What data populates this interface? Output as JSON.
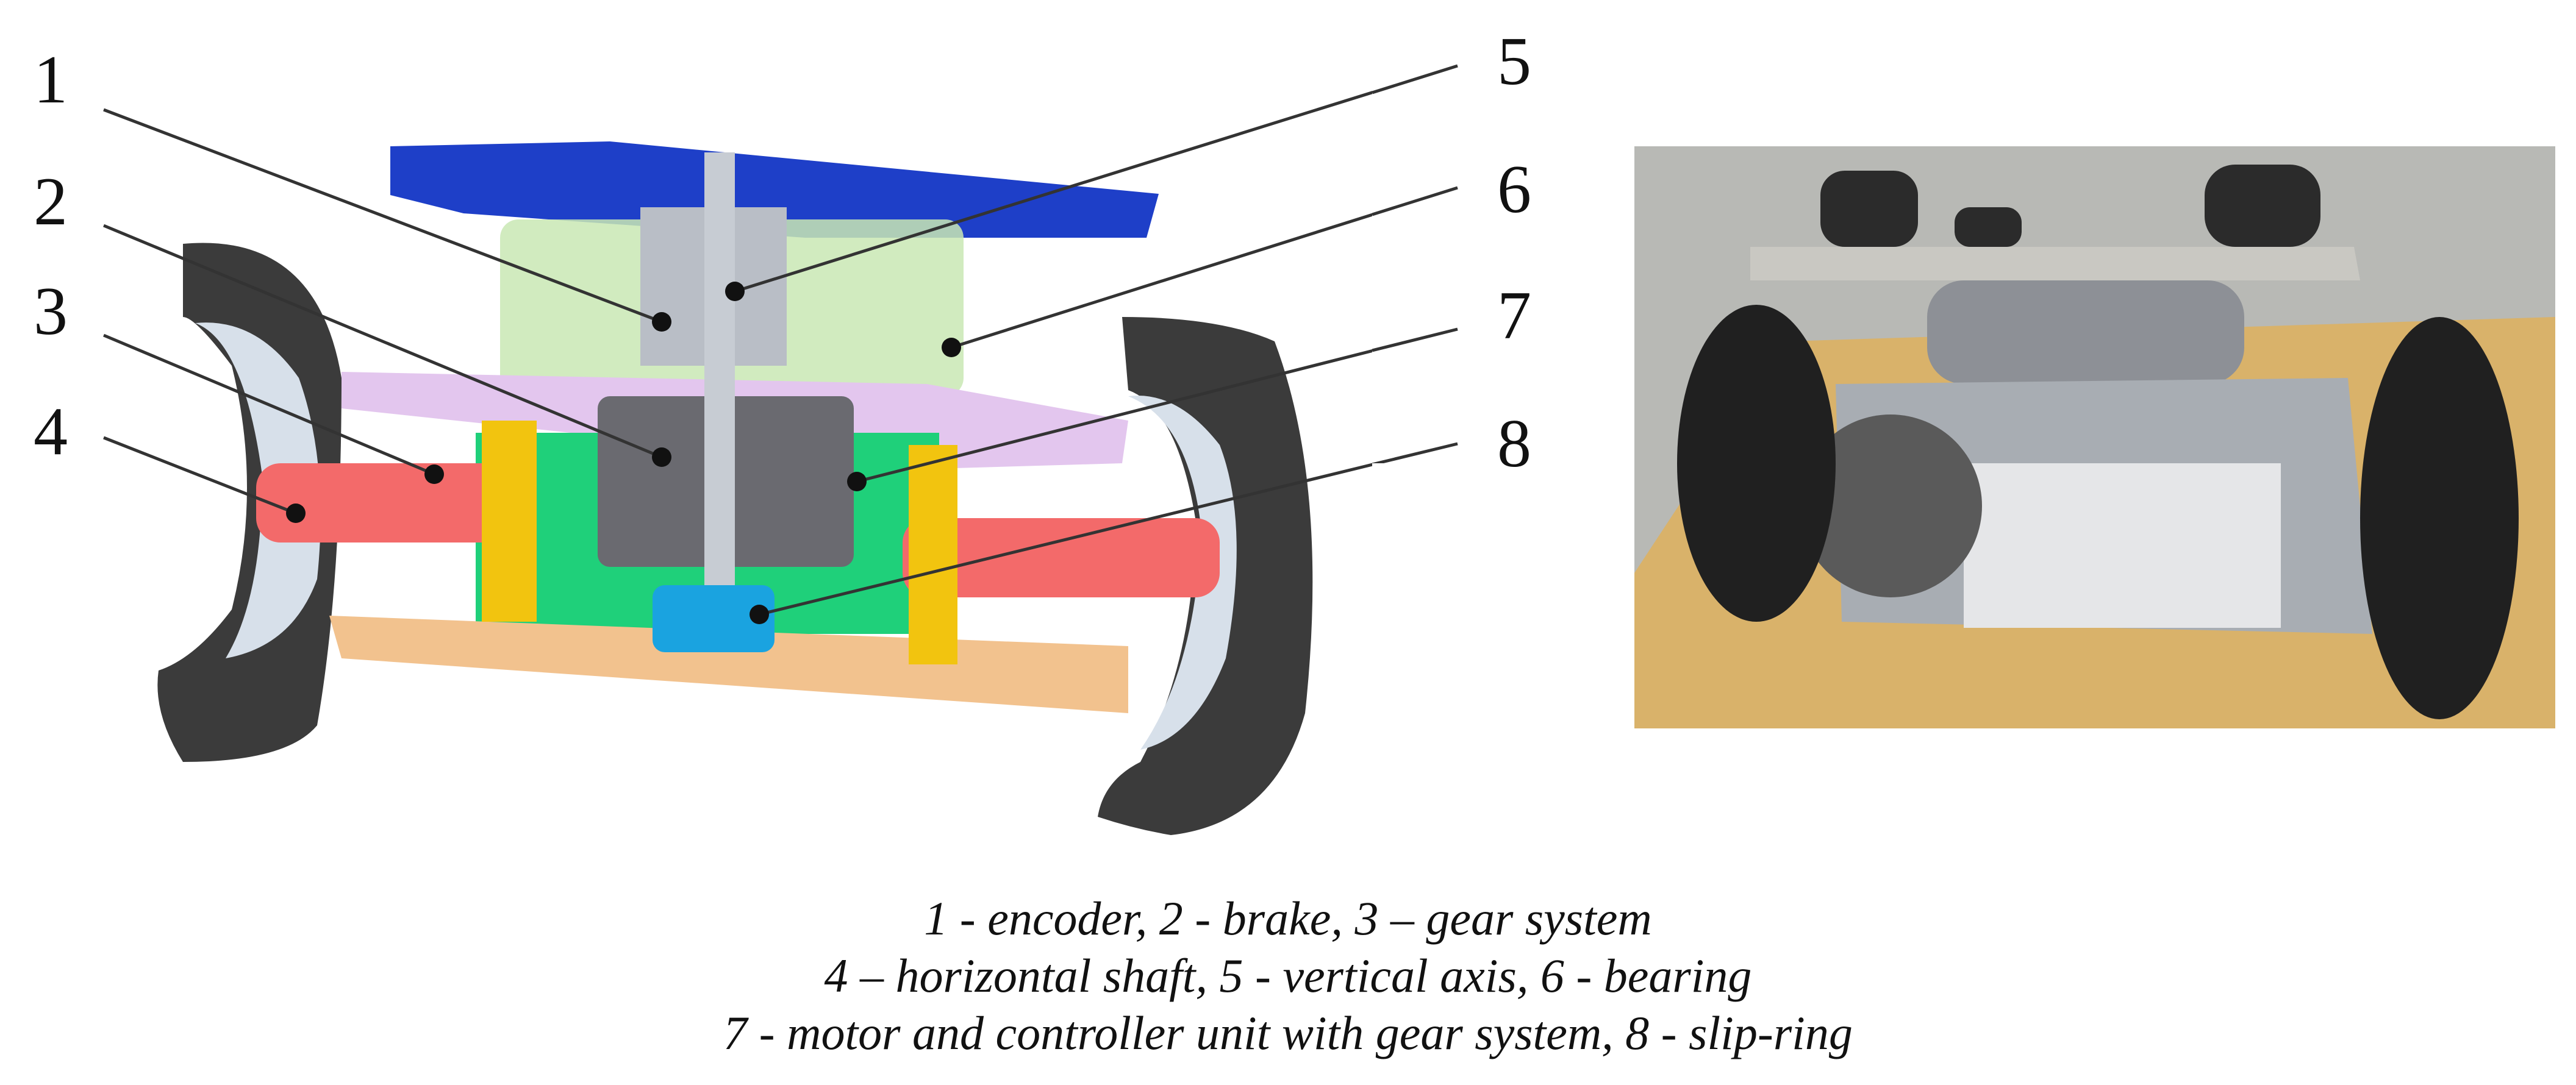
{
  "labels": [
    "1",
    "2",
    "3",
    "4",
    "5",
    "6",
    "7",
    "8"
  ],
  "caption": {
    "line1": "1 - encoder, 2 - brake, 3 – gear system",
    "line2": "4 – horizontal shaft,  5 - vertical axis, 6 - bearing",
    "line3": "7 - motor and controller unit with gear system, 8 - slip-ring"
  },
  "colors": {
    "top_plate": "#1e3fc8",
    "pink_plate": "#e3c6ee",
    "green_housing": "#c9e8b4",
    "green_block": "#1fd07a",
    "orange_base": "#f2c28e",
    "shaft_red": "#f36a6a",
    "yellow_part": "#f2c40f",
    "slip_ring": "#1aa3e0",
    "tire": "#3a3a3a",
    "rim": "#d9e2ec",
    "wood": "#d9b26a",
    "metal": "#b9bfc6"
  }
}
